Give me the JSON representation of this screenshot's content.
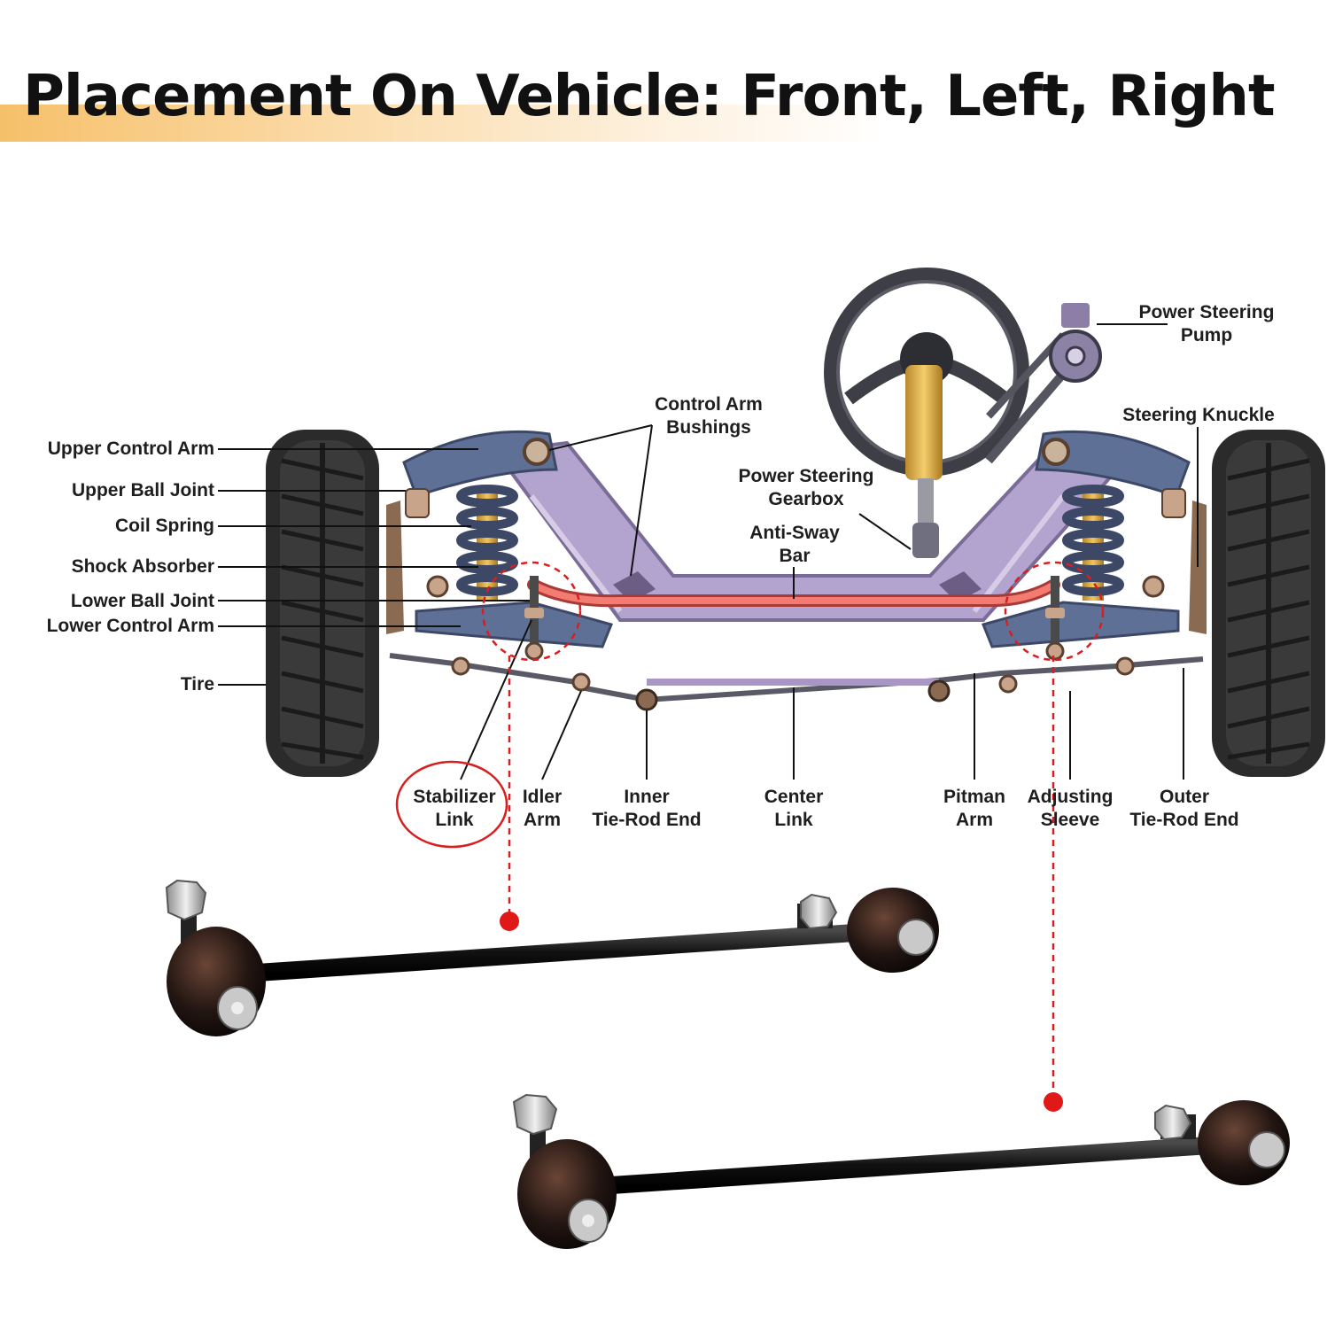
{
  "title": "Placement On Vehicle: Front, Left, Right",
  "labels": {
    "upper_control_arm": "Upper Control Arm",
    "upper_ball_joint": "Upper Ball Joint",
    "coil_spring": "Coil Spring",
    "shock_absorber": "Shock Absorber",
    "lower_ball_joint": "Lower Ball Joint",
    "lower_control_arm": "Lower Control Arm",
    "tire": "Tire",
    "control_arm_bushings_1": "Control Arm",
    "control_arm_bushings_2": "Bushings",
    "power_steering_gearbox_1": "Power Steering",
    "power_steering_gearbox_2": "Gearbox",
    "anti_sway_bar_1": "Anti-Sway",
    "anti_sway_bar_2": "Bar",
    "power_steering_pump_1": "Power Steering",
    "power_steering_pump_2": "Pump",
    "steering_knuckle": "Steering Knuckle",
    "stabilizer_link_1": "Stabilizer",
    "stabilizer_link_2": "Link",
    "idler_arm_1": "Idler",
    "idler_arm_2": "Arm",
    "inner_tie_rod_end_1": "Inner",
    "inner_tie_rod_end_2": "Tie-Rod End",
    "center_link_1": "Center",
    "center_link_2": "Link",
    "pitman_arm_1": "Pitman",
    "pitman_arm_2": "Arm",
    "adjusting_sleeve_1": "Adjusting",
    "adjusting_sleeve_2": "Sleeve",
    "outer_tie_rod_end_1": "Outer",
    "outer_tie_rod_end_2": "Tie-Rod End"
  },
  "colors": {
    "title_band": "#f6c06a",
    "highlight_red": "#d81e1e",
    "frame_purple": "#a995c6",
    "arm_blue": "#5d6f92",
    "sway_bar": "#f0605a",
    "tire": "#2a2a2a"
  }
}
